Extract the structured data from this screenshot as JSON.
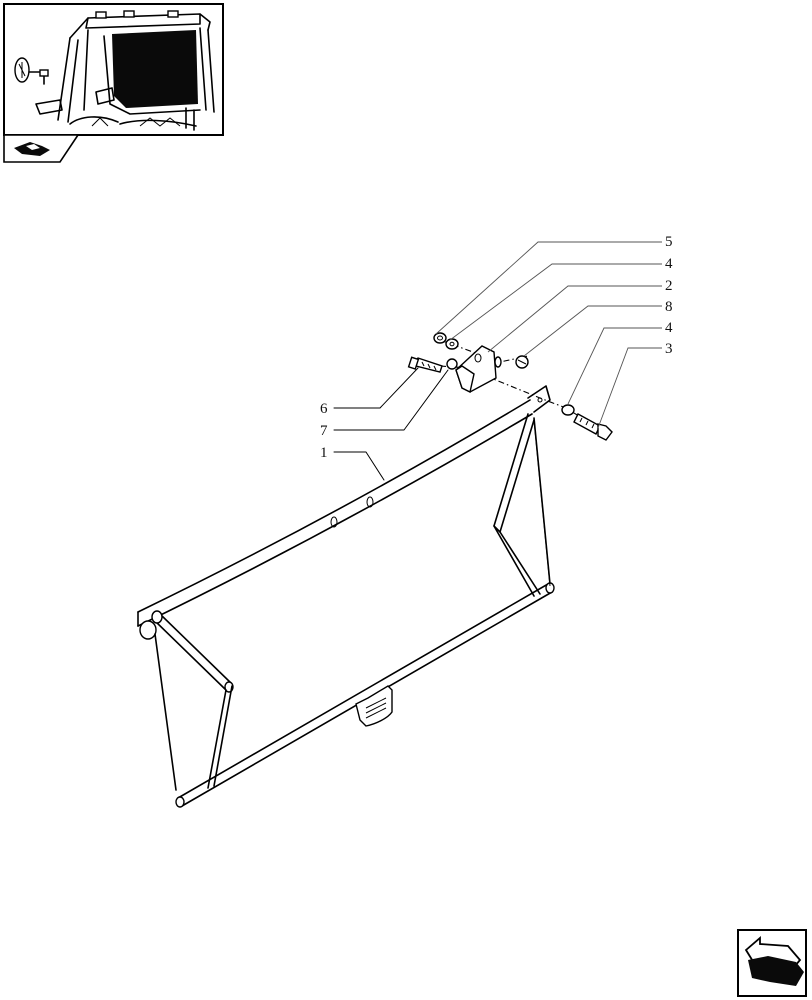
{
  "thumbnail": {
    "icon": "tractor-cab-thumbnail"
  },
  "section_icon": "cab-section-icon",
  "nav_button_icon": "next-page-arrow-icon",
  "callouts": {
    "c5": "5",
    "c4a": "4",
    "c2": "2",
    "c8": "8",
    "c4b": "4",
    "c3": "3",
    "c6": "6",
    "c7": "7",
    "c1": "1"
  }
}
